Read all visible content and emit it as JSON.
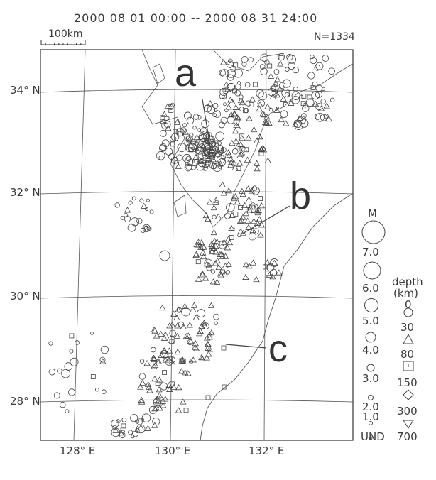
{
  "header": {
    "period": "2000 08 01 00:00 -- 2000 08 31 24:00",
    "scale_label": "100km",
    "count": "N=1334"
  },
  "map": {
    "lat_labels": [
      "34° N",
      "32° N",
      "30° N",
      "28° N"
    ],
    "lon_labels": [
      "128° E",
      "130° E",
      "132° E"
    ],
    "annotations": [
      "a",
      "b",
      "c"
    ]
  },
  "legend": {
    "magnitude_title": "M",
    "magnitudes": [
      "7.0",
      "6.0",
      "5.0",
      "4.0",
      "3.0",
      "2.0",
      "1.0",
      "UND"
    ],
    "depth_title": "depth",
    "depth_unit": "(km)",
    "depths": [
      "0",
      "30",
      "80",
      "150",
      "300",
      "700"
    ],
    "depth_symbols": [
      "circle",
      "triangle",
      "square",
      "diamond",
      "inverted-triangle"
    ]
  },
  "colors": {
    "ink": "#333333",
    "background": "#ffffff"
  }
}
